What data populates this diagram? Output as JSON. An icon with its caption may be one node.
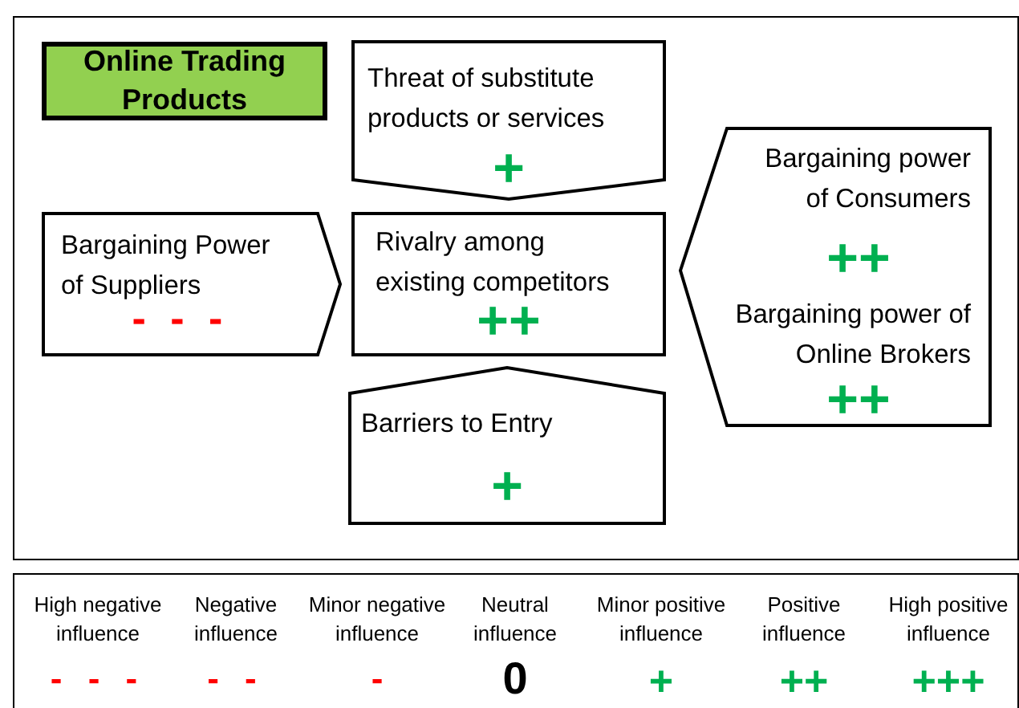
{
  "diagram": {
    "nodes": [
      {
        "text": [
          "Online Trading Products"
        ]
      },
      {
        "text": [
          "Threat of substitute products or services",
          "+"
        ]
      },
      {
        "text": [
          "Bargaining Power of Suppliers",
          "- - -"
        ]
      },
      {
        "text": [
          "Rivalry among existing competitors",
          "++"
        ]
      },
      {
        "text": [
          "Bargaining power of Consumers",
          "++",
          "Bargaining power of Online Brokers",
          "++"
        ]
      },
      {
        "text": [
          "Barriers to Entry",
          "+"
        ]
      }
    ],
    "labels": [
      "High negative influence",
      "Negative influence",
      "Minor negative influence",
      "Neutral influence",
      "Minor positive influence",
      "Positive influence",
      "High positive influence",
      "- - -",
      "- -",
      "-",
      "0",
      "+",
      "++",
      "+++"
    ]
  }
}
